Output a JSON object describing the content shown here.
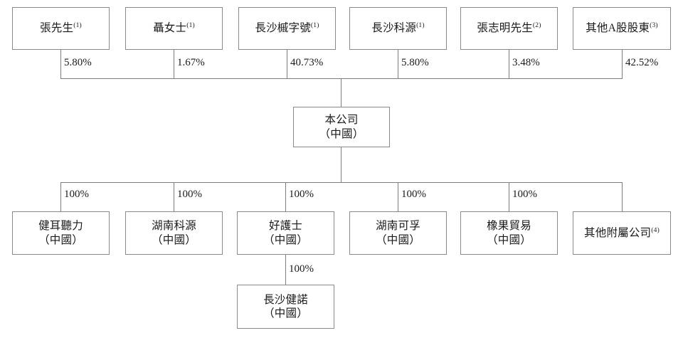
{
  "diagram": {
    "title": "Shareholding and corporate structure chart",
    "line_color": "#7d7d7d",
    "border_color": "#8a8a8a",
    "background": "#ffffff",
    "country_label": "（中國）"
  },
  "shareholders": [
    {
      "name": "張先生",
      "note": "(1)",
      "percent": "5.80%"
    },
    {
      "name": "聶女士",
      "note": "(1)",
      "percent": "1.67%"
    },
    {
      "name": "長沙槭字號",
      "note": "(1)",
      "percent": "40.73%"
    },
    {
      "name": "長沙科源",
      "note": "(1)",
      "percent": "5.80%"
    },
    {
      "name": "張志明先生",
      "note": "(2)",
      "percent": "3.48%"
    },
    {
      "name": "其他A股股東",
      "note": "(3)",
      "percent": "42.52%"
    }
  ],
  "company": {
    "name": "本公司",
    "country": "（中國）"
  },
  "subsidiaries": [
    {
      "name": "健耳聽力",
      "country": "（中國）",
      "note": "",
      "percent": "100%"
    },
    {
      "name": "湖南科源",
      "country": "（中國）",
      "note": "",
      "percent": "100%"
    },
    {
      "name": "好護士",
      "country": "（中國）",
      "note": "",
      "percent": "100%"
    },
    {
      "name": "湖南可孚",
      "country": "（中國）",
      "note": "",
      "percent": "100%"
    },
    {
      "name": "橡果貿易",
      "country": "（中國）",
      "note": "",
      "percent": "100%"
    },
    {
      "name": "其他附屬公司",
      "country": "",
      "note": "(4)",
      "percent": ""
    }
  ],
  "sub_subsidiary": {
    "name": "長沙健諾",
    "country": "（中國）",
    "percent": "100%",
    "parent": "好護士"
  }
}
